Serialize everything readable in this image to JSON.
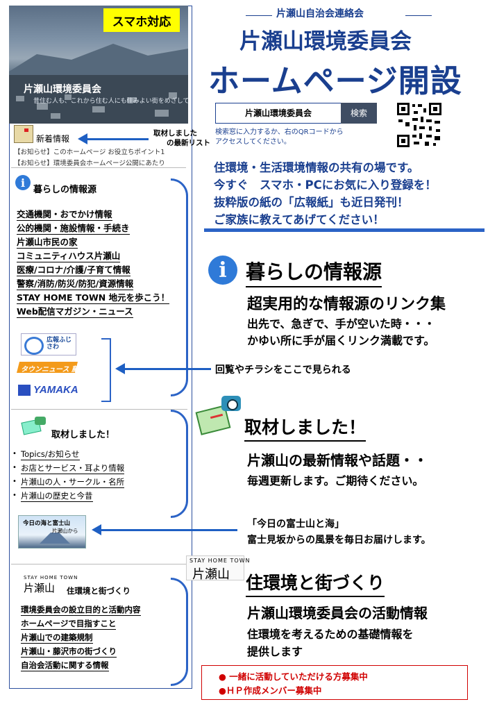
{
  "header": {
    "org": "片瀬山自治会連絡会",
    "title_line1": "片瀬山環境委員会",
    "title_line2": "ホームページ開設",
    "search_value": "片瀬山環境委員会",
    "search_button": "検索",
    "search_hint": "検索窓に入力するか、右のQRコードから\nアクセスしてください。"
  },
  "intro": {
    "line1": "住環境・生活環境情報の共有の場です。",
    "line2": "今すぐ　スマホ・PCにお気に入り登録を！",
    "line3": "抜粋版の紙の「広報紙」も近日発刊！",
    "line4": "ご家族に教えてあげてください！"
  },
  "phone": {
    "badge": "スマホ対応",
    "hero_title": "片瀬山環境委員会",
    "hero_sub": "昔住む人も、これから住む人にも住みよい街をめざして",
    "news_title": "新着情報",
    "news_items": [
      "【お知らせ】このホームページ お役立ちポイント1",
      "【お知らせ】環境委員会ホームページ公開にあたり"
    ],
    "kurashi_title": "暮らしの情報源",
    "kurashi_links": [
      "交通機関・おでかけ情報",
      "公的機関・施設情報・手続き",
      "片瀬山市民の家",
      "コミュニティハウス片瀬山",
      "医療/コロナ/介護/子育て情報",
      "警察/消防/防災/防犯/資源情報",
      "STAY HOME TOWN 地元を歩こう！",
      "Web配信マガジン・ニュース"
    ],
    "banner1": "広報ふじさわ",
    "banner2": "タウンニュース 藤沢",
    "banner3": "YAMAKA",
    "shuzai_title": "取材しました！",
    "shuzai_items": [
      "Topics/お知らせ",
      "お店とサービス・耳より情報",
      "片瀬山の人・サークル・名所",
      "片瀬山の歴史と今昔"
    ],
    "fuji_banner_1": "今日の海と富士山",
    "fuji_banner_2": "片瀬山から",
    "stay_logo_small": "STAY HOME TOWN",
    "stay_logo_kanji": "片瀬山",
    "jukankyo_title": "住環境と街づくり",
    "jukankyo_links": [
      "環境委員会の設立目的と活動内容",
      "ホームページで目指すこと",
      "片瀬山での建築規制",
      "片瀬山・藤沢市の街づくり",
      "自治会活動に関する情報"
    ]
  },
  "annotations": {
    "news_note_1": "取材しました",
    "news_note_2": "の最新リスト",
    "kurashi_heading": "暮らしの情報源",
    "kurashi_sub": "超実用的な情報源のリンク集",
    "kurashi_d1": "出先で、急ぎで、手が空いた時・・・",
    "kurashi_d2": "かゆい所に手が届くリンク満載です。",
    "banner_note": "回覧やチラシをここで見られる",
    "shuzai_heading": "取材しました！",
    "shuzai_sub": "片瀬山の最新情報や話題・・",
    "shuzai_d1": "毎週更新します。ご期待ください。",
    "fuji_1": "「今日の富士山と海」",
    "fuji_2": "富士見坂からの風景を毎日お届けします。",
    "stay_small": "STAY HOME TOWN",
    "stay_kanji": "片瀬山",
    "jukankyo_heading": "住環境と街づくり",
    "jukankyo_sub": "片瀬山環境委員会の活動情報",
    "jukankyo_d1": "住環境を考えるための基礎情報を",
    "jukankyo_d2": "提供します"
  },
  "recruit": {
    "line1": "● 一緒に活動していただける方募集中",
    "line2": "●ＨＰ作成メンバー募集中"
  },
  "colors": {
    "accent_blue": "#2b63c6",
    "title_blue": "#1a3f8f",
    "badge_yellow": "#ffff00",
    "recruit_red": "#d00000"
  }
}
